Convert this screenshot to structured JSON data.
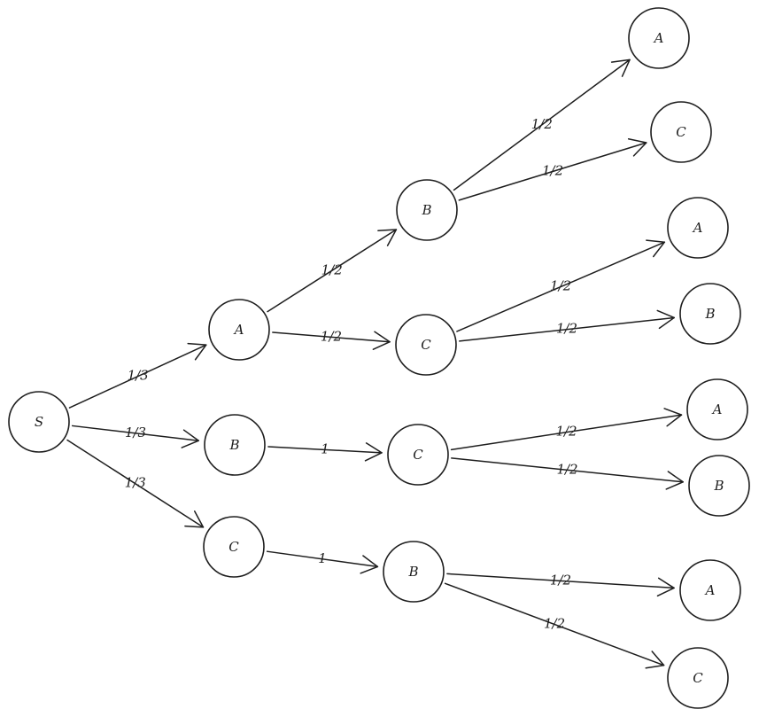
{
  "nodes": {
    "s": "S",
    "l1_a": "A",
    "l1_b": "B",
    "l1_c": "C",
    "l2_ab": "B",
    "l2_ac": "C",
    "l2_bc": "C",
    "l2_cb": "B",
    "l3_aba": "A",
    "l3_abc": "C",
    "l3_aca": "A",
    "l3_acb": "B",
    "l3_bca": "A",
    "l3_bcb": "B",
    "l3_cba": "A",
    "l3_cbc": "C"
  },
  "edges": [
    {
      "from": "s",
      "to": "l1_a",
      "label": "1/3"
    },
    {
      "from": "s",
      "to": "l1_b",
      "label": "1/3"
    },
    {
      "from": "s",
      "to": "l1_c",
      "label": "1/3"
    },
    {
      "from": "l1_a",
      "to": "l2_ab",
      "label": "1/2"
    },
    {
      "from": "l1_a",
      "to": "l2_ac",
      "label": "1/2"
    },
    {
      "from": "l1_b",
      "to": "l2_bc",
      "label": "1"
    },
    {
      "from": "l1_c",
      "to": "l2_cb",
      "label": "1"
    },
    {
      "from": "l2_ab",
      "to": "l3_aba",
      "label": "1/2"
    },
    {
      "from": "l2_ab",
      "to": "l3_abc",
      "label": "1/2"
    },
    {
      "from": "l2_ac",
      "to": "l3_aca",
      "label": "1/2"
    },
    {
      "from": "l2_ac",
      "to": "l3_acb",
      "label": "1/2"
    },
    {
      "from": "l2_bc",
      "to": "l3_bca",
      "label": "1/2"
    },
    {
      "from": "l2_bc",
      "to": "l3_bcb",
      "label": "1/2"
    },
    {
      "from": "l2_cb",
      "to": "l3_cba",
      "label": "1/2"
    },
    {
      "from": "l2_cb",
      "to": "l3_cbc",
      "label": "1/2"
    }
  ]
}
